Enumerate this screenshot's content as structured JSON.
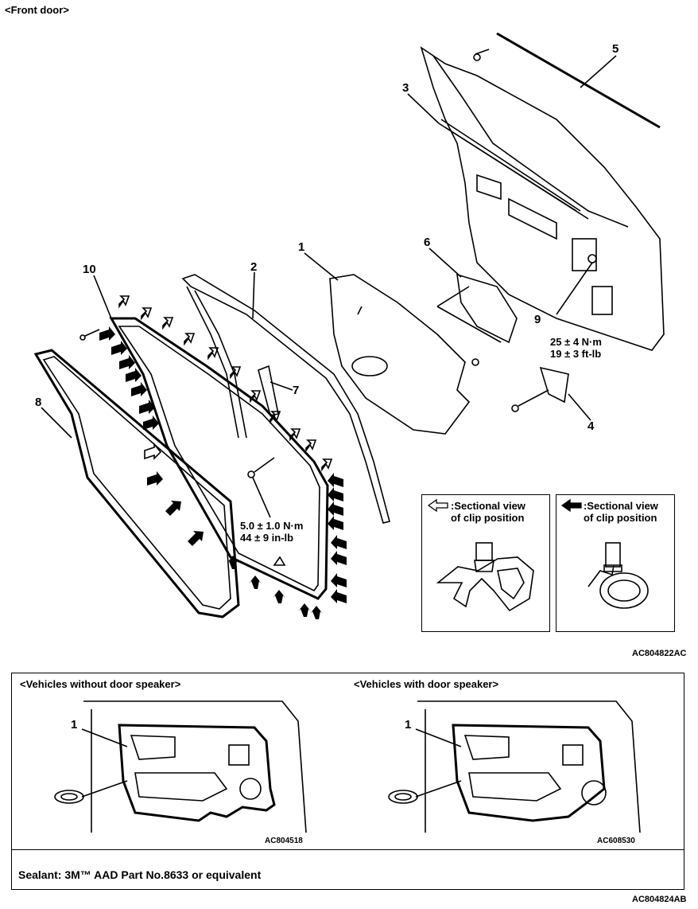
{
  "header": {
    "title": "<Front door>"
  },
  "main_figure": {
    "callouts": [
      "1",
      "2",
      "3",
      "4",
      "5",
      "6",
      "7",
      "8",
      "9",
      "10"
    ],
    "torque_9": {
      "line1": "25 ± 4 N·m",
      "line2": "19 ± 3 ft-lb"
    },
    "torque_7": {
      "line1": "5.0 ± 1.0 N·m",
      "line2": "44 ± 9 in-lb"
    },
    "legend_open": {
      "line1": ":Sectional view",
      "line2": "of clip position"
    },
    "legend_filled": {
      "line1": ":Sectional view",
      "line2": "of clip position"
    },
    "figure_code": "AC804822AC"
  },
  "lower_panel": {
    "left": {
      "title": "<Vehicles without door speaker>",
      "callout": "1",
      "code": "AC804518"
    },
    "right": {
      "title": "<Vehicles with door speaker>",
      "callout": "1",
      "code": "AC608530"
    },
    "sealant_note": "Sealant: 3M™ AAD Part No.8633 or equivalent",
    "panel_code": "AC804824AB"
  }
}
